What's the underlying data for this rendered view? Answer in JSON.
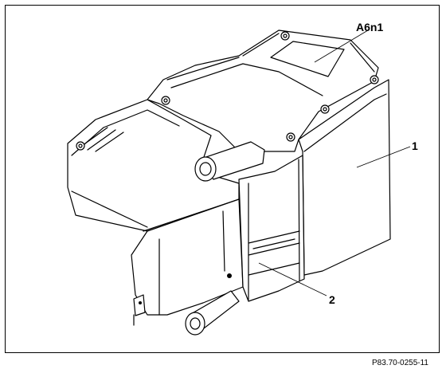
{
  "labels": {
    "a6n1": "A6n1",
    "part1": "1",
    "part2": "2"
  },
  "reference": "P83.70-0255-11"
}
